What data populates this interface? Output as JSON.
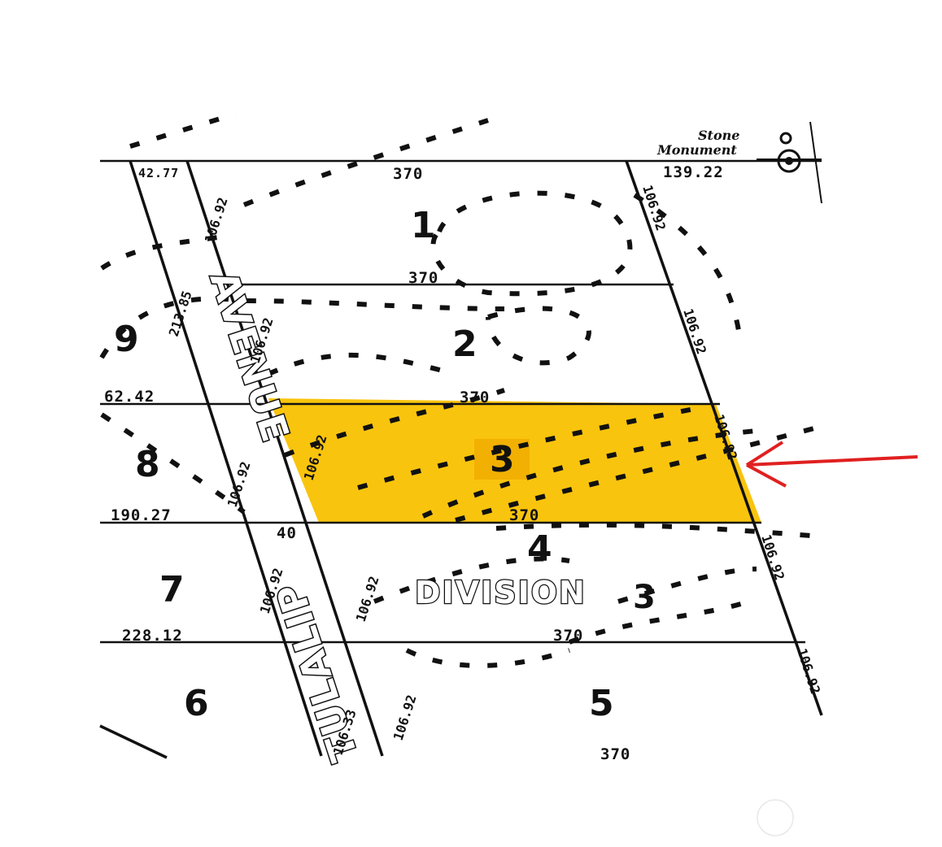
{
  "map": {
    "street_name": "TULALIP AVENUE",
    "street_label_avenue": "AVENUE",
    "street_label_tulalip": "TULALIP",
    "division_label": "DIVISION",
    "division_number": "3",
    "monument_label_line1": "Stone",
    "monument_label_line2": "Monument",
    "highlight_color": "#F9C100",
    "arrow_color": "#E02020",
    "highlighted_lot": "3",
    "lots": [
      {
        "number": "1"
      },
      {
        "number": "2"
      },
      {
        "number": "3"
      },
      {
        "number": "4"
      },
      {
        "number": "5"
      },
      {
        "number": "6"
      },
      {
        "number": "7"
      },
      {
        "number": "8"
      },
      {
        "number": "9"
      }
    ],
    "dimensions": {
      "lot_width": "370",
      "lot_depth": "106.92",
      "top_left": "42.77",
      "top_right": "139.22",
      "left_213": "213.85",
      "left_62": "62.42",
      "left_190": "190.27",
      "left_228": "228.12",
      "bottom_left": "106.33",
      "frontage_40": "40"
    }
  }
}
